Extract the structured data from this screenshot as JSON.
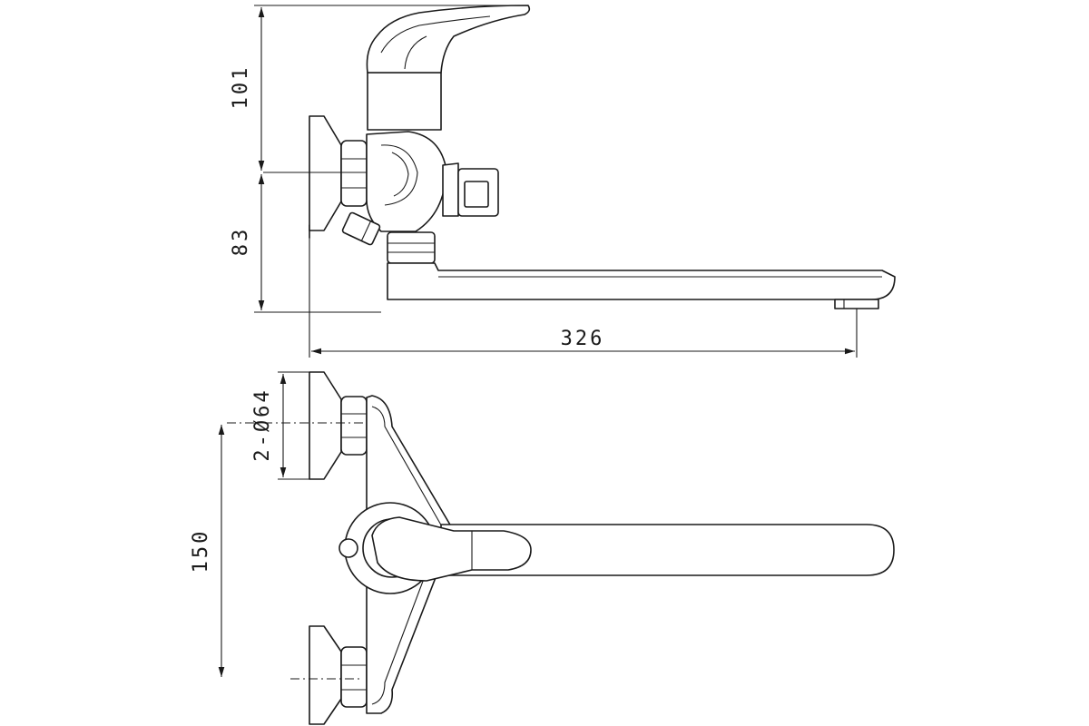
{
  "dimensions": {
    "spout_length": "326",
    "body_height_upper": "101",
    "body_height_lower": "83",
    "mount_diameter": "2-Ø64",
    "inlet_spacing": "150"
  }
}
